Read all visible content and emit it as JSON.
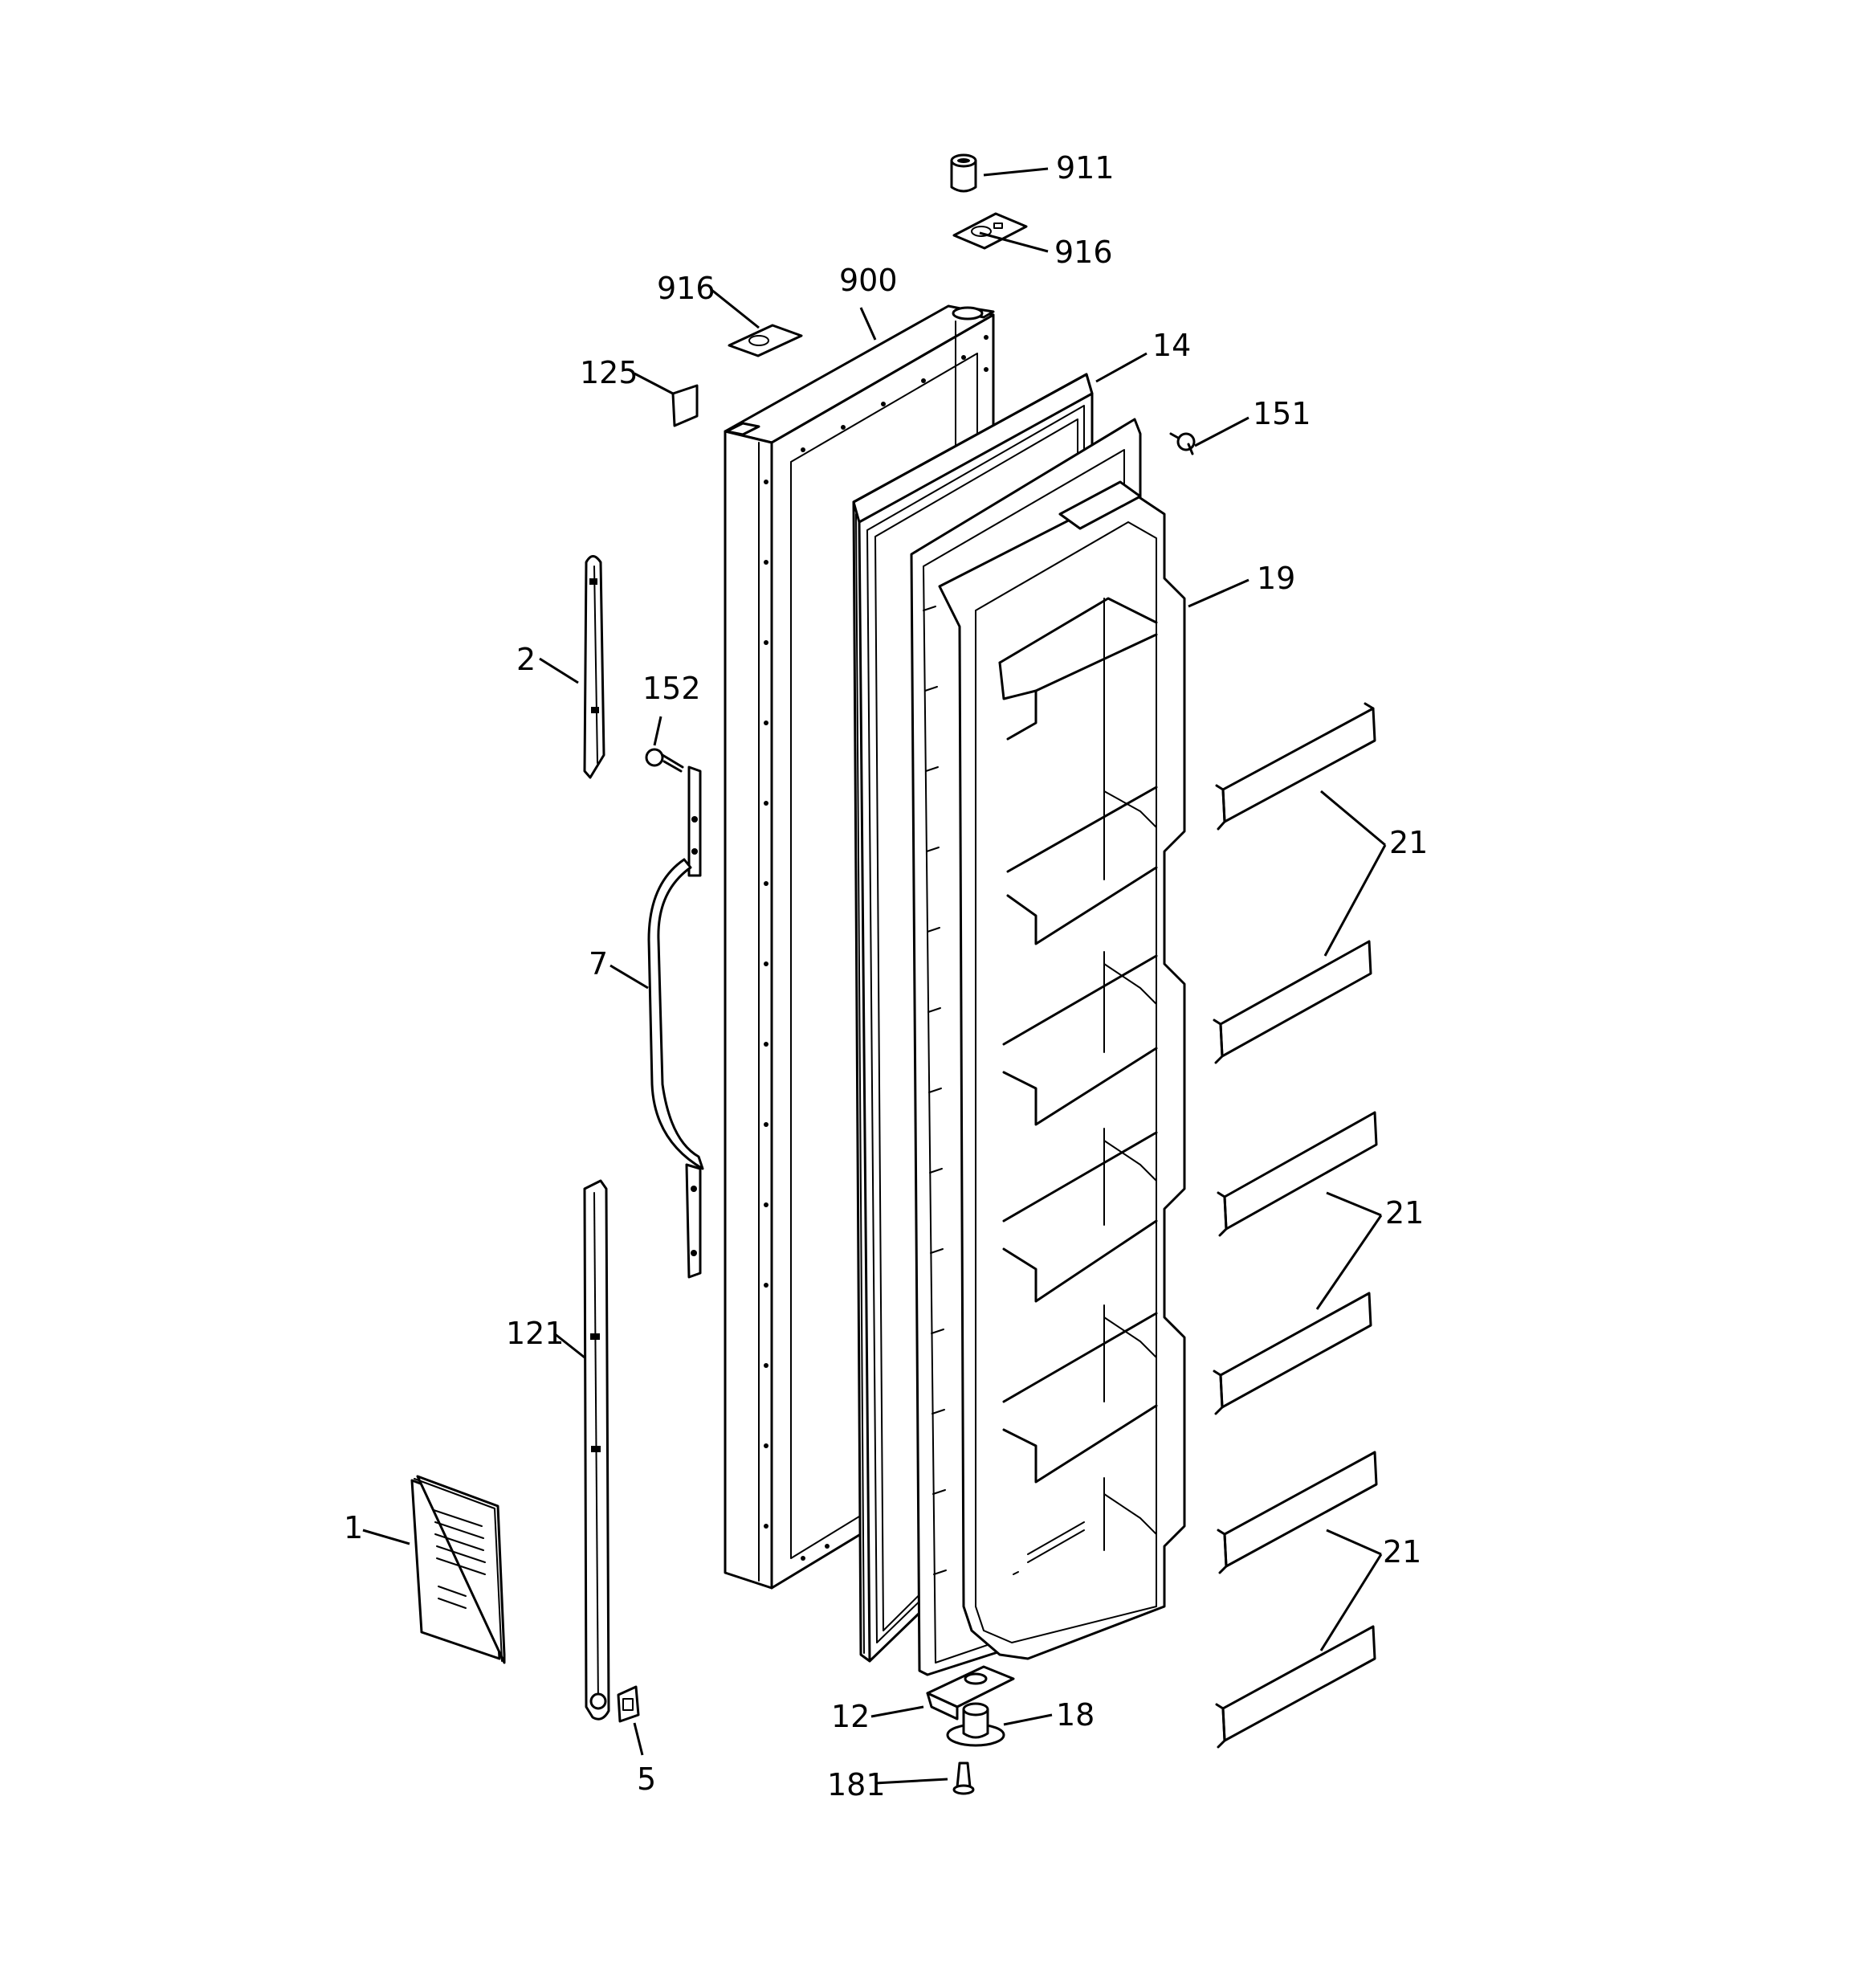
{
  "diagram": {
    "callouts": {
      "c911": "911",
      "c916_top": "916",
      "c916_left": "916",
      "c900": "900",
      "c14": "14",
      "c125": "125",
      "c151": "151",
      "c19": "19",
      "c2": "2",
      "c152": "152",
      "c21_a": "21",
      "c7": "7",
      "c21_b": "21",
      "c121": "121",
      "c1": "1",
      "c21_c": "21",
      "c12": "12",
      "c18": "18",
      "c5": "5",
      "c181": "181"
    }
  }
}
